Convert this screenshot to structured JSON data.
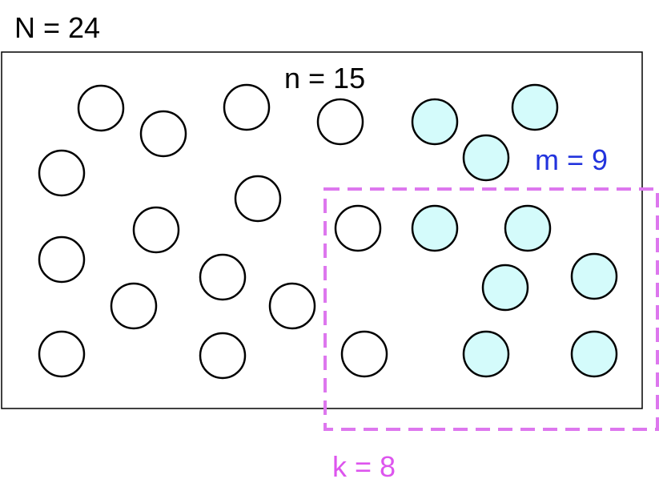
{
  "labels": {
    "N": "N = 24",
    "n": "n = 15",
    "m": "m = 9",
    "k": "k = 8"
  },
  "colors": {
    "plain_fill": "#ffffff",
    "marked_fill": "#d4fbfb",
    "circle_stroke": "#000000",
    "outer_box_stroke": "#000000",
    "sample_box_stroke": "#dd77ee",
    "m_label": "#2233dd",
    "k_label": "#dd55ee",
    "text": "#000000"
  },
  "population": {
    "total": 24,
    "plain_count": 15,
    "marked_count": 9,
    "sample_size": 8
  }
}
